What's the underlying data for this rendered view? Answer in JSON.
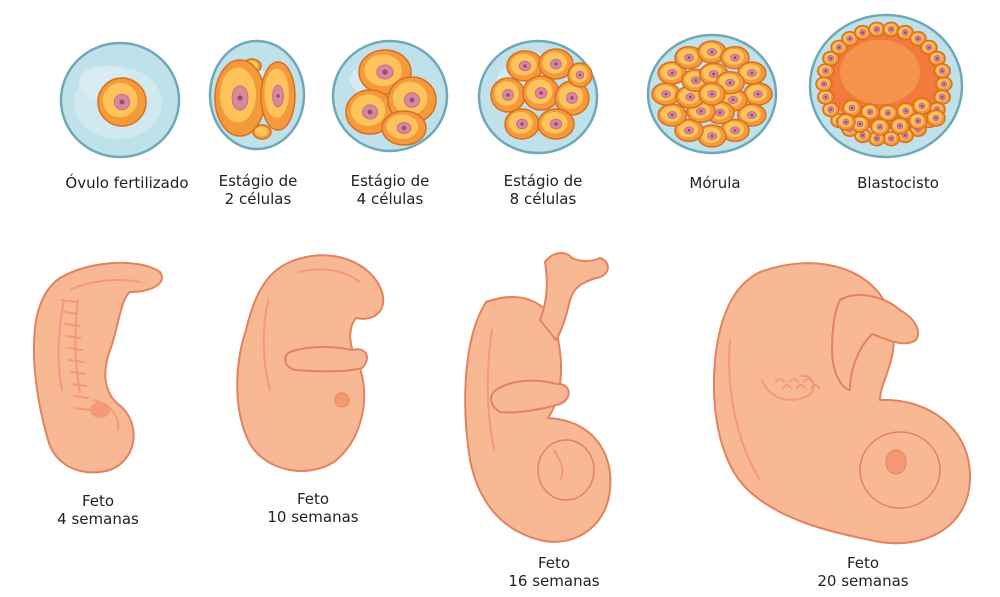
{
  "colors": {
    "zona_fill": "#bfe1ea",
    "zona_stroke": "#6fa9b8",
    "cell_outer": "#f49a3c",
    "cell_inner": "#ffc35c",
    "cell_edge": "#d9701e",
    "nucleus": "#d9869f",
    "nucleus_dot": "#9a4a6c",
    "fetus_skin": "#f8b894",
    "fetus_edge": "#e2835f",
    "fetus_shade": "#f39a74",
    "text": "#222222"
  },
  "stages": [
    {
      "line1": "Óvulo fertilizado",
      "line2": ""
    },
    {
      "line1": "Estágio de",
      "line2": "2 células"
    },
    {
      "line1": "Estágio de",
      "line2": "4 células"
    },
    {
      "line1": "Estágio de",
      "line2": "8 células"
    },
    {
      "line1": "Mórula",
      "line2": ""
    },
    {
      "line1": "Blastocisto",
      "line2": ""
    }
  ],
  "fetuses": [
    {
      "line1": "Feto",
      "line2": "4 semanas"
    },
    {
      "line1": "Feto",
      "line2": "10 semanas"
    },
    {
      "line1": "Feto",
      "line2": "16 semanas"
    },
    {
      "line1": "Feto",
      "line2": "20 semanas"
    }
  ]
}
